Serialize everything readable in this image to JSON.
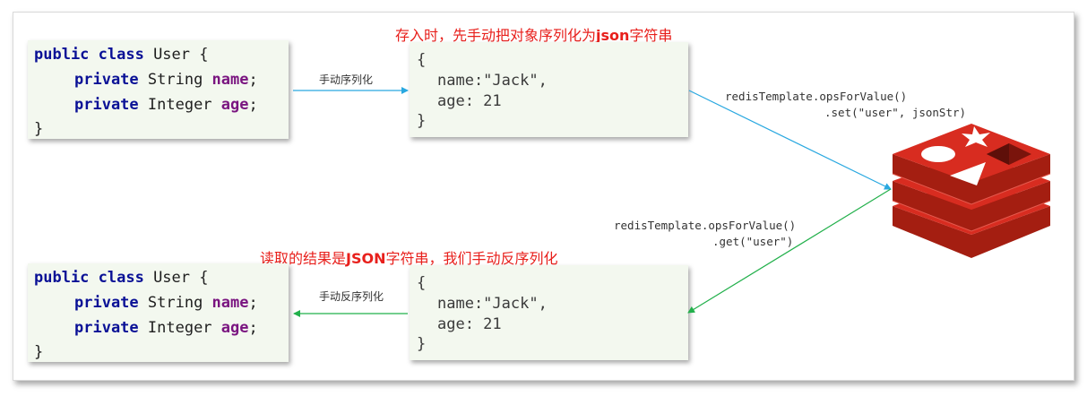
{
  "top_caption": {
    "prefix": "存入时，先手动把对象序列化为",
    "bold": "json",
    "suffix": "字符串"
  },
  "bottom_caption": {
    "prefix": "读取的结果是",
    "bold": "JSON",
    "suffix": "字符串，我们手动反序列化"
  },
  "java_class": {
    "line1_kw": "public class",
    "line1_rest": " User {",
    "line2_kw": "private",
    "line2_type": " String ",
    "line2_field": "name",
    "line2_end": ";",
    "line3_kw": "private",
    "line3_type": " Integer ",
    "line3_field": "age",
    "line3_end": ";",
    "line4": "}"
  },
  "json_obj": {
    "open": "{",
    "line_name": "name:\"Jack\",",
    "line_age": "age: 21",
    "close": "}"
  },
  "arrows": {
    "serialize": "手动序列化",
    "deserialize": "手动反序列化",
    "set_line1": "redisTemplate.opsForValue()",
    "set_line2": ".set(\"user\", jsonStr)",
    "get_line1": "redisTemplate.opsForValue()",
    "get_line2": ".get(\"user\")"
  },
  "colors": {
    "serialize_arrow": "#29a8e0",
    "deserialize_arrow": "#22b04b",
    "redis_red": "#d82c20"
  },
  "icons": {
    "redis": "redis-logo-icon"
  }
}
